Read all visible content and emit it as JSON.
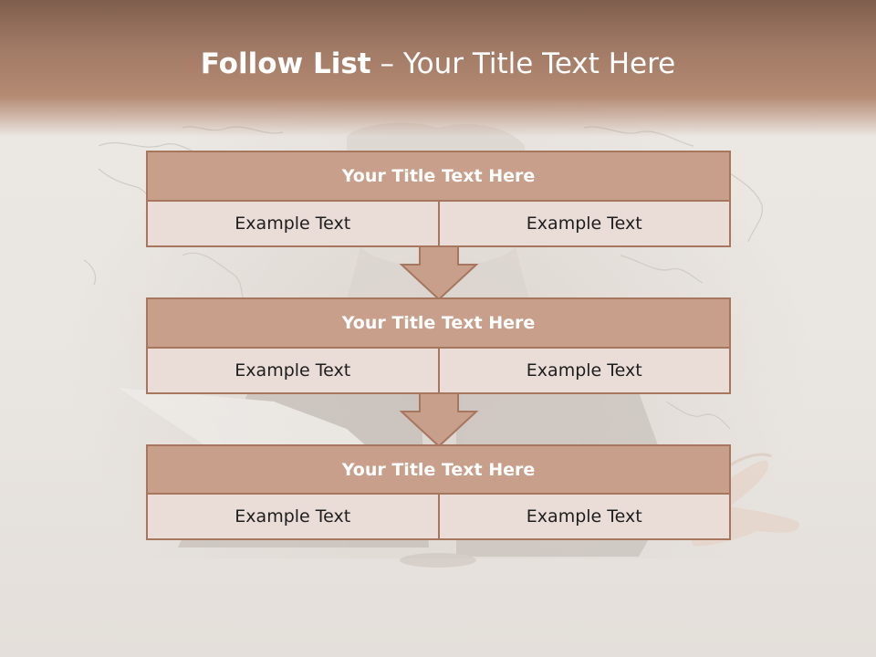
{
  "slide": {
    "title_bold": "Follow List",
    "title_rest": "– Your Title Text Here"
  },
  "blocks": [
    {
      "title": "Your Title Text Here",
      "left": "Example Text",
      "right": "Example Text"
    },
    {
      "title": "Your Title Text Here",
      "left": "Example Text",
      "right": "Example Text"
    },
    {
      "title": "Your Title Text Here",
      "left": "Example Text",
      "right": "Example Text"
    }
  ],
  "colors": {
    "header": "#a17a65",
    "block_title_fill": "#c89f8a",
    "block_cell_fill": "#eadcd7",
    "border": "#a7765e"
  }
}
